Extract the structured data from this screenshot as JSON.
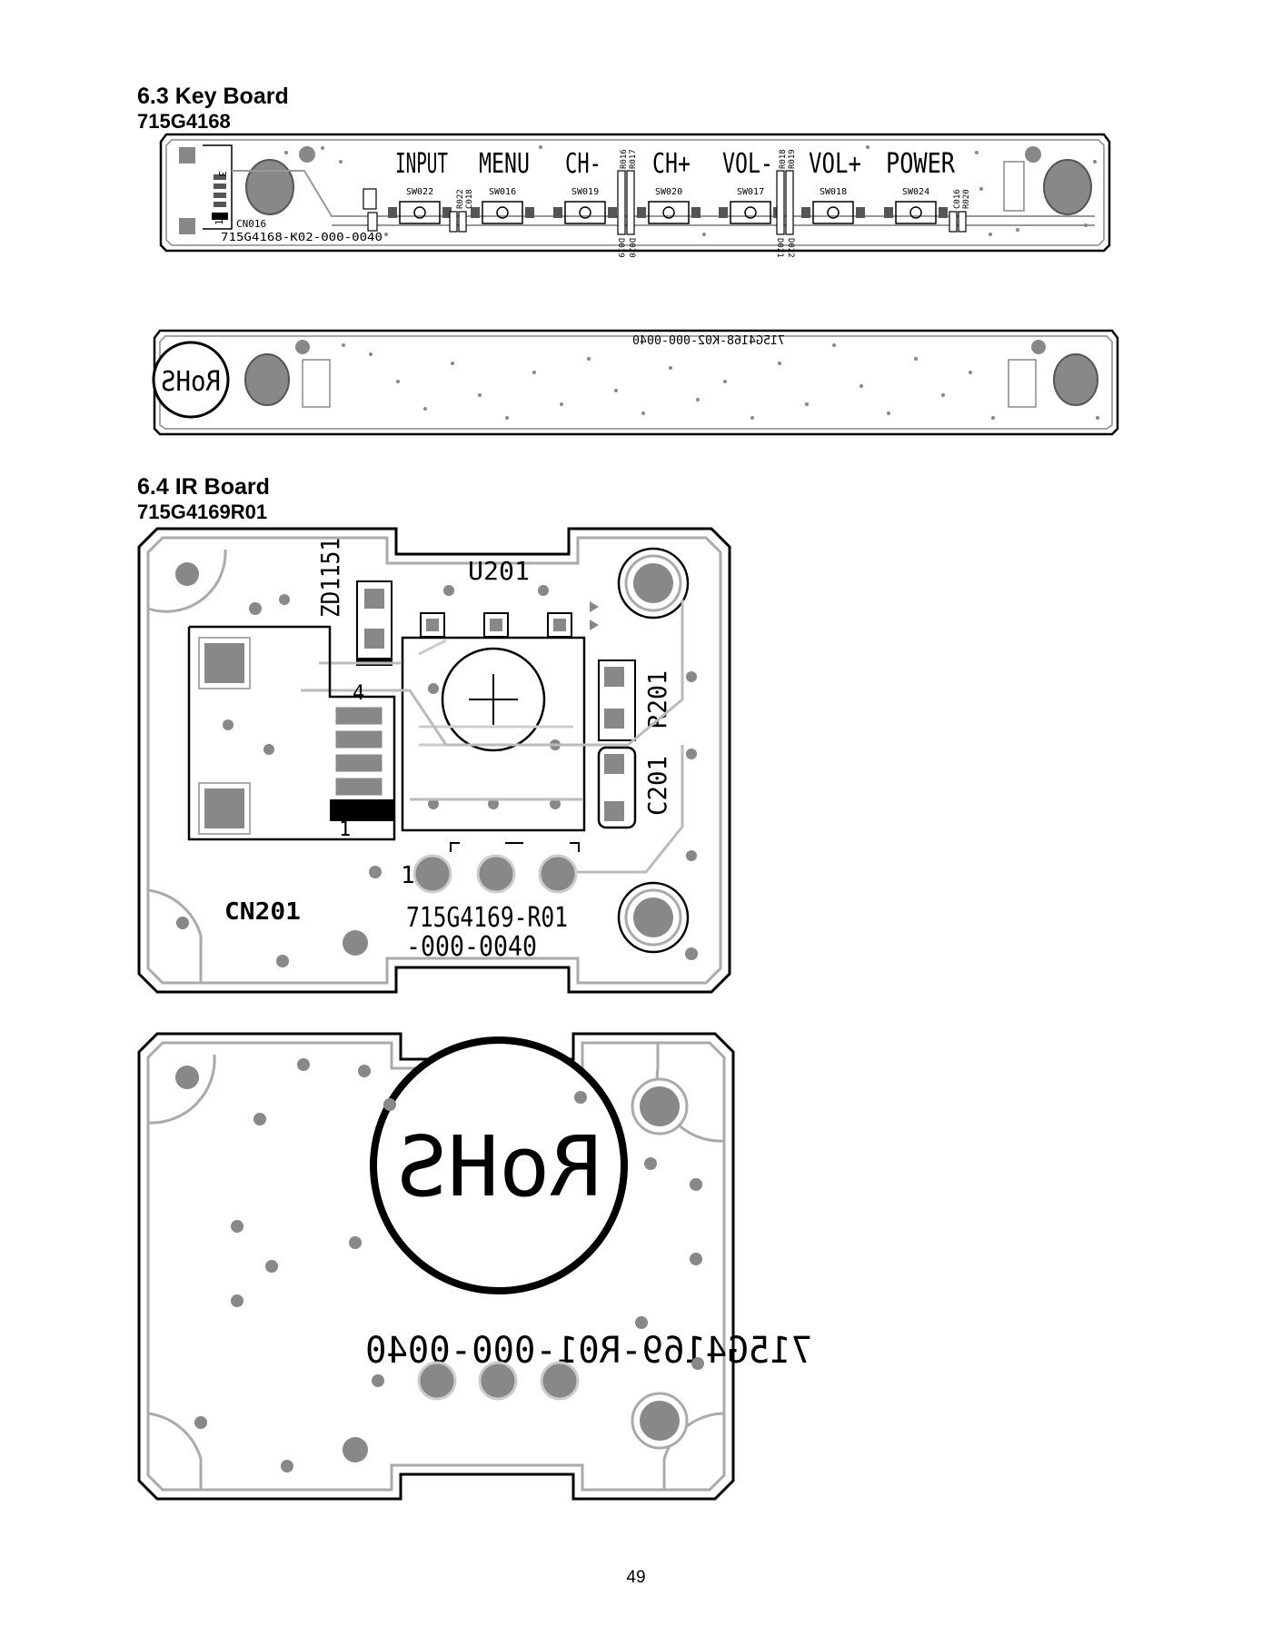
{
  "sections": {
    "key_board": {
      "heading": "6.3 Key Board",
      "part_number": "715G4168",
      "top_view": {
        "key_labels": [
          "INPUT",
          "MENU",
          "CH-",
          "CH+",
          "VOL-",
          "VOL+",
          "POWER"
        ],
        "switch_labels": [
          "SW022",
          "SW016",
          "SW019",
          "SW020",
          "SW017",
          "SW018",
          "SW024"
        ],
        "connector_label": "CN016",
        "pin1": "1",
        "pin3": "3",
        "board_code": "715G4168-K02-000-0040",
        "component_labels": {
          "r022": "R022",
          "c018": "C018",
          "r016": "R016",
          "r017": "R017",
          "r018": "R018",
          "r019": "R019",
          "c016": "C016",
          "r020": "R020",
          "d019": "D019",
          "d020": "D020",
          "d021": "D021",
          "d022": "D022"
        }
      },
      "bottom_view": {
        "board_code": "715G4168-K02-000-0040",
        "rohs": "RoHS"
      }
    },
    "ir_board": {
      "heading": "6.4 IR Board",
      "part_number": "715G4169R01",
      "top_view": {
        "zener_label": "ZD1151",
        "ic_label": "U201",
        "resistor_label": "R201",
        "capacitor_label": "C201",
        "connector_label": "CN201",
        "pin4": "4",
        "pin1_connector": "1",
        "pin1_sensor": "1",
        "board_code_line1": "715G4169-R01",
        "board_code_line2": "-000-0040"
      },
      "bottom_view": {
        "rohs": "RoHS",
        "board_code": "715G4169-R01-000-0040"
      }
    }
  },
  "footer": {
    "page_number": "49"
  }
}
